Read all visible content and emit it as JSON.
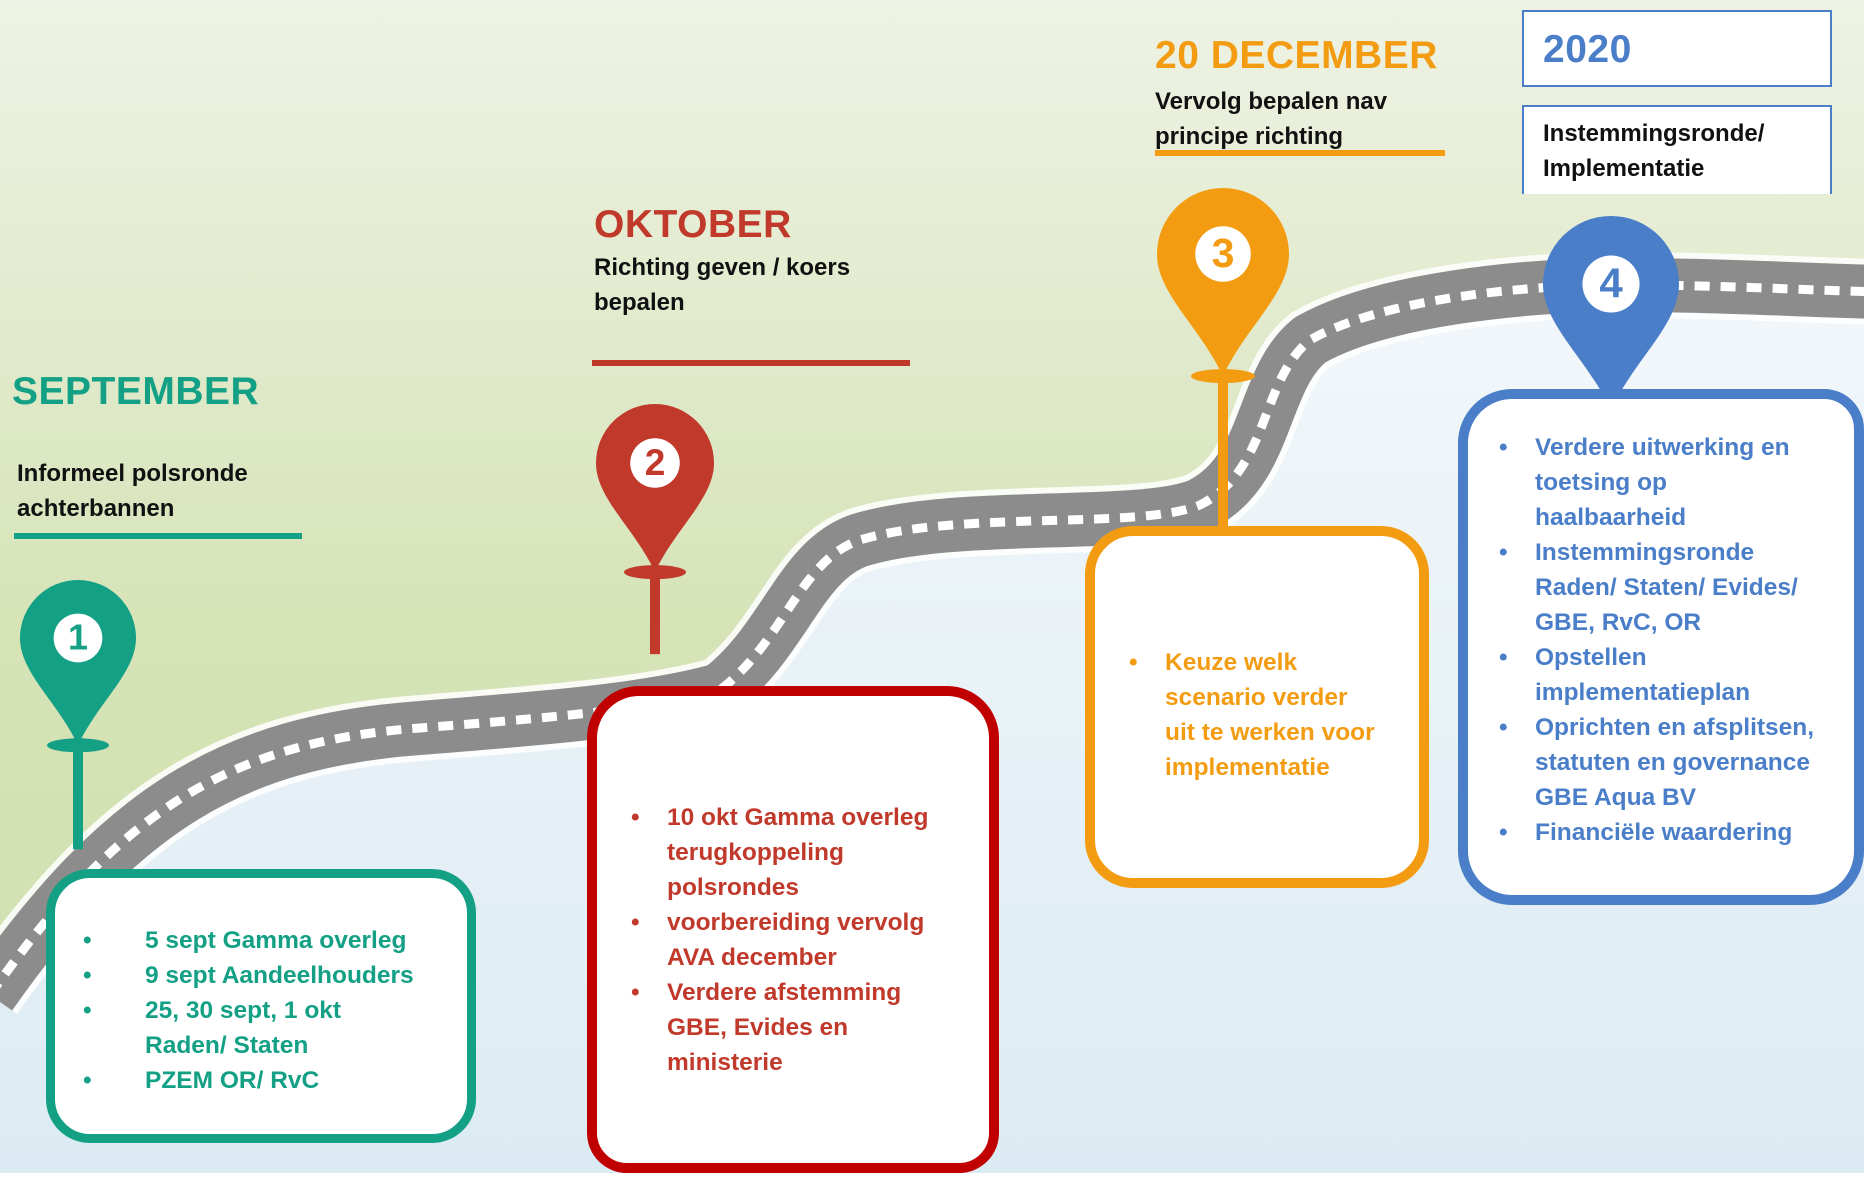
{
  "milestones": [
    {
      "number": "1",
      "title": "SEPTEMBER",
      "subtitle_lines": [
        "Informeel polsronde",
        "achterbannen"
      ],
      "color": "#13a085",
      "items": [
        [
          "5 sept Gamma overleg"
        ],
        [
          "9 sept Aandeelhouders"
        ],
        [
          "25, 30 sept, 1 okt",
          "Raden/ Staten"
        ],
        [
          "PZEM OR/ RvC"
        ]
      ]
    },
    {
      "number": "2",
      "title": "OKTOBER",
      "subtitle_lines": [
        "Richting geven / koers",
        "bepalen"
      ],
      "color": "#c0392b",
      "box_color": "#c00000",
      "items": [
        [
          "10 okt Gamma overleg",
          "terugkoppeling",
          "polsrondes"
        ],
        [
          "voorbereiding vervolg",
          "AVA december"
        ],
        [
          "Verdere afstemming",
          "GBE, Evides en",
          "ministerie"
        ]
      ]
    },
    {
      "number": "3",
      "title": "20 DECEMBER",
      "subtitle_lines": [
        "Vervolg bepalen nav",
        "principe richting"
      ],
      "color": "#f39c12",
      "items": [
        [
          "Keuze welk",
          "scenario verder",
          "uit te werken voor",
          "implementatie"
        ]
      ]
    },
    {
      "number": "4",
      "title": "2020",
      "subtitle_lines": [
        "Instemmingsronde/",
        "Implementatie"
      ],
      "color": "#4a7ec8",
      "items": [
        [
          "Verdere uitwerking en",
          "toetsing op",
          "haalbaarheid"
        ],
        [
          "Instemmingsronde",
          "Raden/ Staten/ Evides/",
          "GBE, RvC, OR"
        ],
        [
          "Opstellen",
          "implementatieplan"
        ],
        [
          "Oprichten en afsplitsen,",
          "statuten en governance",
          "GBE Aqua BV"
        ],
        [
          "Financiële waardering"
        ]
      ]
    }
  ],
  "colors": {
    "road": "#8c8c8c",
    "road_marking": "#ffffff",
    "sky_top": "#eef2e4",
    "sky_green": "#d5e3b6",
    "water": "#dcebf3"
  }
}
